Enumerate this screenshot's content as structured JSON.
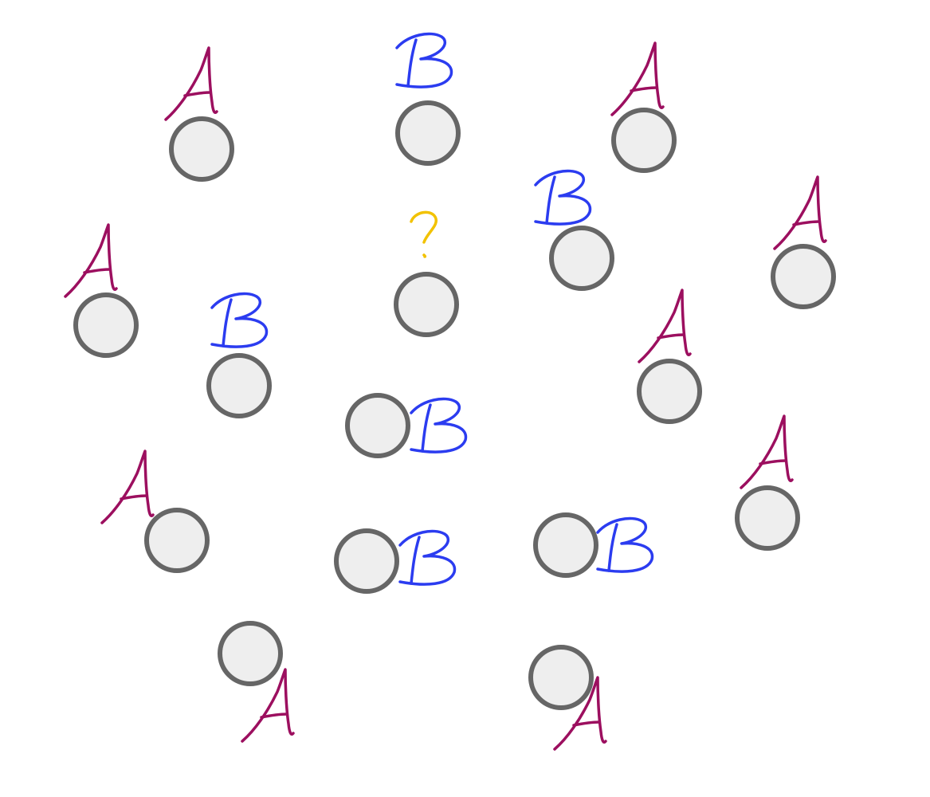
{
  "legend": {
    "label_a": "A",
    "label_b": "B",
    "label_unknown": "?"
  },
  "colors": {
    "A": "#9c0f5f",
    "B": "#2b3cf0",
    "?": "#f2c200",
    "node_fill": "#eeeeee",
    "node_stroke": "#666666"
  },
  "nodes": [
    {
      "label": "A"
    },
    {
      "label": "B"
    },
    {
      "label": "A"
    },
    {
      "label": "B"
    },
    {
      "label": "?"
    },
    {
      "label": "A"
    },
    {
      "label": "A"
    },
    {
      "label": "B"
    },
    {
      "label": "A"
    },
    {
      "label": "B"
    },
    {
      "label": "A"
    },
    {
      "label": "B"
    },
    {
      "label": "B"
    },
    {
      "label": "A"
    },
    {
      "label": "A"
    },
    {
      "label": "A"
    }
  ]
}
